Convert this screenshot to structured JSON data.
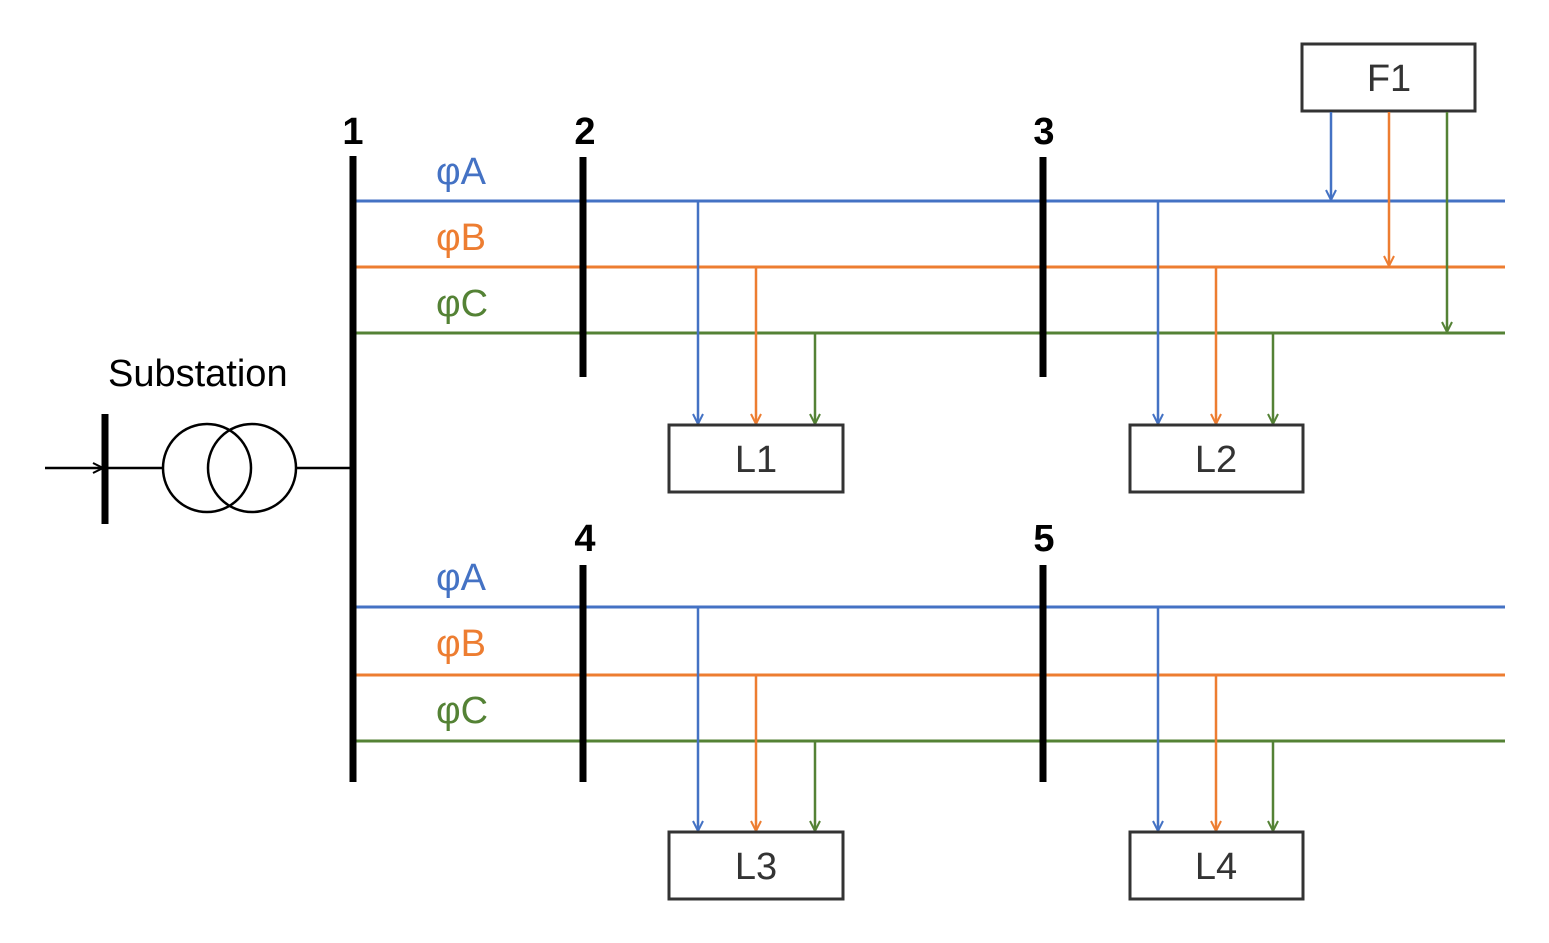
{
  "colors": {
    "phase_a": "#4472c4",
    "phase_b": "#ed7d31",
    "phase_c": "#548235",
    "bus": "#000000",
    "box_border": "#333333"
  },
  "substation": {
    "label": "Substation",
    "icon": "transformer-icon"
  },
  "buses": [
    {
      "id": "bus-1",
      "label": "1"
    },
    {
      "id": "bus-2",
      "label": "2"
    },
    {
      "id": "bus-3",
      "label": "3"
    },
    {
      "id": "bus-4",
      "label": "4"
    },
    {
      "id": "bus-5",
      "label": "5"
    }
  ],
  "feeders": [
    {
      "id": "upper",
      "phases": [
        {
          "key": "a",
          "label": "φA"
        },
        {
          "key": "b",
          "label": "φB"
        },
        {
          "key": "c",
          "label": "φC"
        }
      ]
    },
    {
      "id": "lower",
      "phases": [
        {
          "key": "a",
          "label": "φA"
        },
        {
          "key": "b",
          "label": "φB"
        },
        {
          "key": "c",
          "label": "φC"
        }
      ]
    }
  ],
  "loads": [
    {
      "id": "L1",
      "label": "L1"
    },
    {
      "id": "L2",
      "label": "L2"
    },
    {
      "id": "L3",
      "label": "L3"
    },
    {
      "id": "L4",
      "label": "L4"
    }
  ],
  "sources": [
    {
      "id": "F1",
      "label": "F1"
    }
  ]
}
